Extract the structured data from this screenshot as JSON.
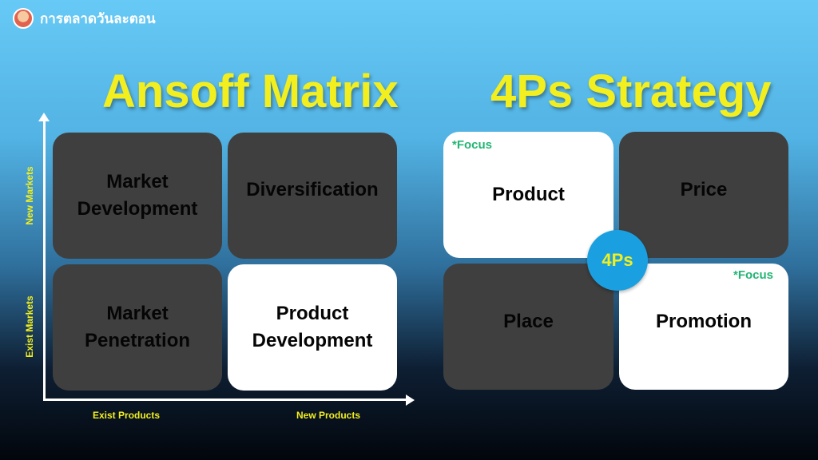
{
  "brand": {
    "name": "การตลาดวันละตอน",
    "logo_icon": "avatar-logo-icon"
  },
  "ansoff": {
    "title": "Ansoff Matrix",
    "cells": {
      "top_left": "Market\nDevelopment",
      "top_right": "Diversification",
      "bottom_left": "Market\nPenetration",
      "bottom_right": "Product\nDevelopment"
    },
    "axis": {
      "y_top": "New Markets",
      "y_bottom": "Exist Markets",
      "x_left": "Exist Products",
      "x_right": "New Products"
    }
  },
  "fourps": {
    "title": "4Ps Strategy",
    "cells": {
      "top_left": "Product",
      "top_right": "Price",
      "bottom_left": "Place",
      "bottom_right": "Promotion"
    },
    "center": "4Ps",
    "focus_label": "*Focus"
  },
  "colors": {
    "title_yellow": "#f3ef1f",
    "cell_dark": "#3f3f3f",
    "cell_light": "#ffffff",
    "focus_green": "#22b573",
    "badge_blue": "#1aa0e0"
  }
}
